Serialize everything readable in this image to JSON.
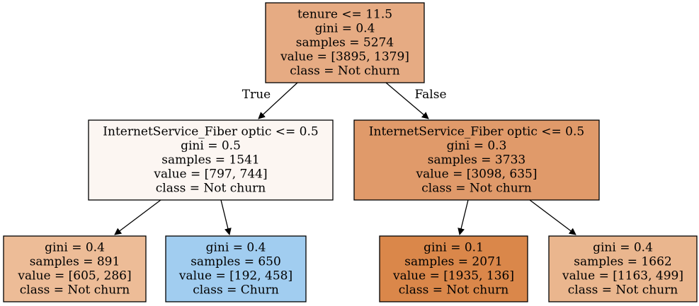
{
  "tree": {
    "nodes": [
      {
        "id": "root",
        "lines": [
          "tenure <= 11.5",
          "gini = 0.4",
          "samples = 5274",
          "value = [3895, 1379]",
          "class = Not churn"
        ],
        "fill": "#e6ab83"
      },
      {
        "id": "left",
        "lines": [
          "InternetService_Fiber optic <= 0.5",
          "gini = 0.5",
          "samples = 1541",
          "value = [797, 744]",
          "class = Not churn"
        ],
        "fill": "#fcf6f2"
      },
      {
        "id": "right",
        "lines": [
          "InternetService_Fiber optic <= 0.5",
          "gini = 0.3",
          "samples = 3733",
          "value = [3098, 635]",
          "class = Not churn"
        ],
        "fill": "#e09a6a"
      },
      {
        "id": "left-left",
        "lines": [
          "gini = 0.4",
          "samples = 891",
          "value = [605, 286]",
          "class = Not churn"
        ],
        "fill": "#edbc97"
      },
      {
        "id": "left-right",
        "lines": [
          "gini = 0.4",
          "samples = 650",
          "value = [192, 458]",
          "class = Churn"
        ],
        "fill": "#a1cdf0"
      },
      {
        "id": "right-left",
        "lines": [
          "gini = 0.1",
          "samples = 2071",
          "value = [1935, 136]",
          "class = Not churn"
        ],
        "fill": "#da874a"
      },
      {
        "id": "right-right",
        "lines": [
          "gini = 0.4",
          "samples = 1662",
          "value = [1163, 499]",
          "class = Not churn"
        ],
        "fill": "#eab68e"
      }
    ],
    "edges": [
      {
        "from": "root",
        "to": "left",
        "label": "True"
      },
      {
        "from": "root",
        "to": "right",
        "label": "False"
      },
      {
        "from": "left",
        "to": "left-left",
        "label": ""
      },
      {
        "from": "left",
        "to": "left-right",
        "label": ""
      },
      {
        "from": "right",
        "to": "right-left",
        "label": ""
      },
      {
        "from": "right",
        "to": "right-right",
        "label": ""
      }
    ]
  }
}
